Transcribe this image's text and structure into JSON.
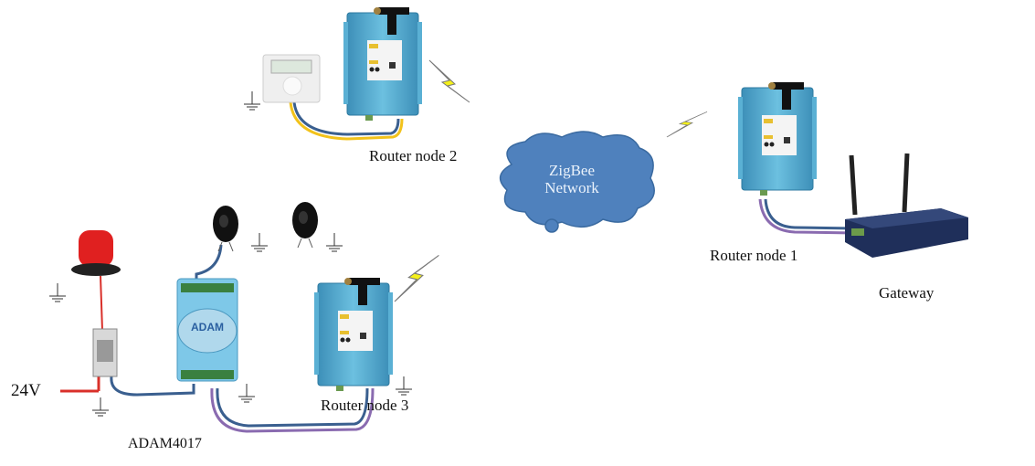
{
  "labels": {
    "router2": "Router node 2",
    "router1": "Router node 1",
    "router3": "Router node 3",
    "gateway": "Gateway",
    "adam": "ADAM4017",
    "voltage": "24V",
    "cloud_line1": "ZigBee",
    "cloud_line2": "Network",
    "adam_logo": "ADAM"
  },
  "colors": {
    "device_body": "#4aa3c8",
    "cloud": "#4f81bd",
    "lightning": "#f4f01a",
    "cable_blue": "#3a5f8f",
    "cable_yellow": "#f2c21b",
    "cable_purple": "#8a6bb0",
    "cable_red": "#d9302a",
    "beacon": "#e02020"
  }
}
